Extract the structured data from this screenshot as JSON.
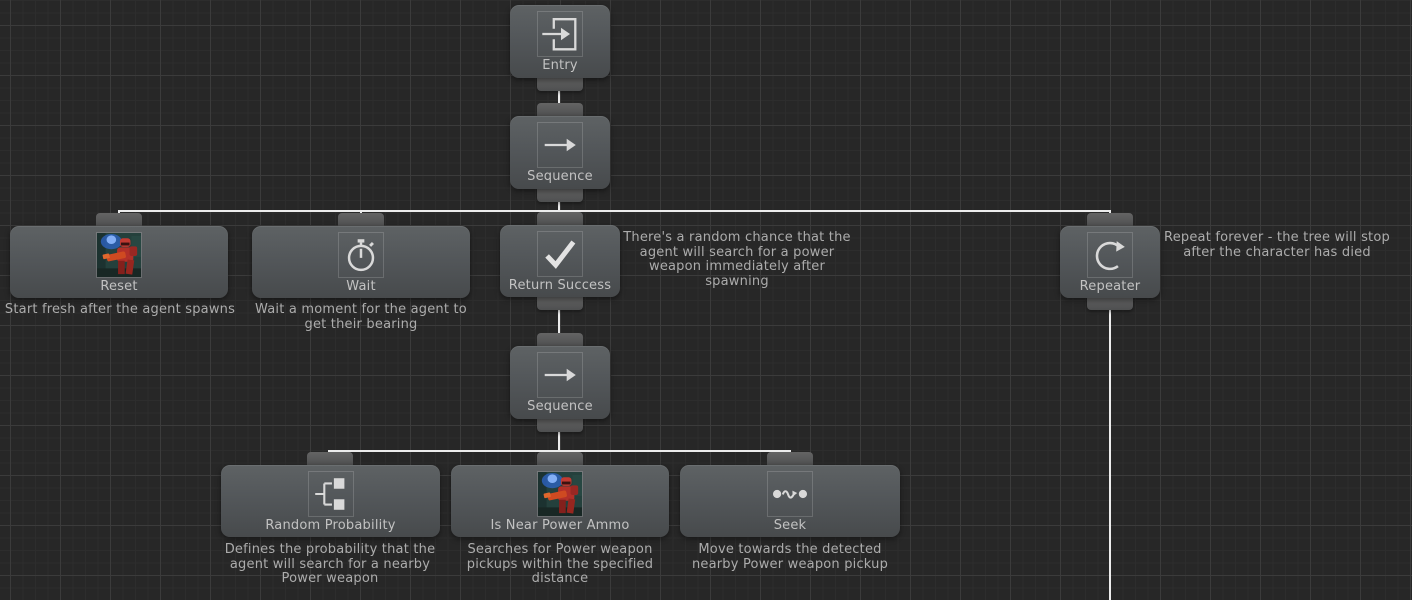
{
  "colors": {
    "canvas_background": "#272727",
    "grid_minor_line": "#2d2d2d",
    "grid_major_line": "#3b3b3b",
    "connection_edge": "#ececec",
    "node_body_top": "#5e6264",
    "node_body_bottom": "#474a4c",
    "node_label_text": "#c2c2c2",
    "comment_text": "#acacac"
  },
  "nodes": {
    "entry": {
      "label": "Entry",
      "icon": "enter-icon"
    },
    "sequence_top": {
      "label": "Sequence",
      "icon": "right-arrow-icon"
    },
    "reset": {
      "label": "Reset",
      "icon": "character-thumbnail",
      "comment": "Start fresh after the agent spawns"
    },
    "wait": {
      "label": "Wait",
      "icon": "stopwatch-icon",
      "comment": "Wait a moment for the agent to get their bearing"
    },
    "return_success": {
      "label": "Return Success",
      "icon": "checkmark-icon",
      "comment": "There's a random chance that the agent will search for a power weapon immediately after spawning"
    },
    "repeater": {
      "label": "Repeater",
      "icon": "circular-arrow-icon",
      "comment": "Repeat forever - the tree will stop after the character has died"
    },
    "sequence_bottom": {
      "label": "Sequence",
      "icon": "right-arrow-icon"
    },
    "random_probability": {
      "label": "Random Probability",
      "icon": "branch-icon",
      "comment": "Defines the probability that the agent will search for a nearby Power weapon"
    },
    "is_near_power_ammo": {
      "label": "Is Near Power Ammo",
      "icon": "character-thumbnail",
      "comment": "Searches for Power weapon pickups within the specified distance"
    },
    "seek": {
      "label": "Seek",
      "icon": "seek-path-icon",
      "comment": "Move towards the detected nearby Power weapon pickup"
    }
  }
}
